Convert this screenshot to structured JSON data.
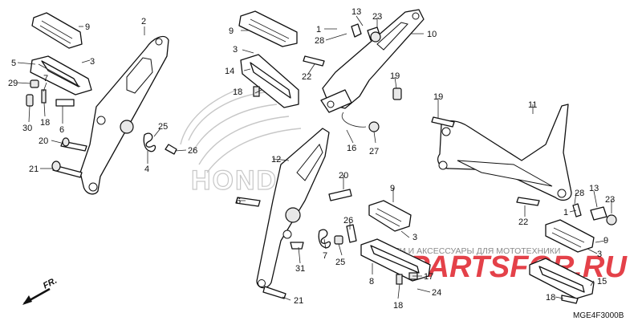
{
  "diagram_code": "MGE4F3000B",
  "direction_label": "FR.",
  "watermark": {
    "line1": "PARTSFOR.RU",
    "line2": "ЗАПЧАСТИ И АКСЕССУАРЫ ДЛЯ МОТОТЕХНИКИ",
    "brand": "HONDA",
    "color_red": "#e0202a",
    "color_gray": "#9a9a9a"
  },
  "callouts": [
    {
      "id": "c9a",
      "text": "9"
    },
    {
      "id": "c2",
      "text": "2"
    },
    {
      "id": "c5",
      "text": "5"
    },
    {
      "id": "c3a",
      "text": "3"
    },
    {
      "id": "c29",
      "text": "29"
    },
    {
      "id": "c7a",
      "text": "7"
    },
    {
      "id": "c30",
      "text": "30"
    },
    {
      "id": "c18a",
      "text": "18"
    },
    {
      "id": "c6a",
      "text": "6"
    },
    {
      "id": "c20a",
      "text": "20"
    },
    {
      "id": "c25a",
      "text": "25"
    },
    {
      "id": "c4",
      "text": "4"
    },
    {
      "id": "c26a",
      "text": "26"
    },
    {
      "id": "c21a",
      "text": "21"
    },
    {
      "id": "c9b",
      "text": "9"
    },
    {
      "id": "c3b",
      "text": "3"
    },
    {
      "id": "c14",
      "text": "14"
    },
    {
      "id": "c18b",
      "text": "18"
    },
    {
      "id": "c1a",
      "text": "1"
    },
    {
      "id": "c13a",
      "text": "13"
    },
    {
      "id": "c23a",
      "text": "23"
    },
    {
      "id": "c28a",
      "text": "28"
    },
    {
      "id": "c10",
      "text": "10"
    },
    {
      "id": "c22a",
      "text": "22"
    },
    {
      "id": "c19a",
      "text": "19"
    },
    {
      "id": "c16",
      "text": "16"
    },
    {
      "id": "c27",
      "text": "27"
    },
    {
      "id": "c12",
      "text": "12"
    },
    {
      "id": "c20b",
      "text": "20"
    },
    {
      "id": "c6b",
      "text": "6"
    },
    {
      "id": "c9c",
      "text": "9"
    },
    {
      "id": "c3c",
      "text": "3"
    },
    {
      "id": "c26b",
      "text": "26"
    },
    {
      "id": "c7b",
      "text": "7"
    },
    {
      "id": "c25b",
      "text": "25"
    },
    {
      "id": "c31",
      "text": "31"
    },
    {
      "id": "c8",
      "text": "8"
    },
    {
      "id": "c17",
      "text": "17"
    },
    {
      "id": "c18c",
      "text": "18"
    },
    {
      "id": "c24",
      "text": "24"
    },
    {
      "id": "c21b",
      "text": "21"
    },
    {
      "id": "c19b",
      "text": "19"
    },
    {
      "id": "c11",
      "text": "11"
    },
    {
      "id": "c28b",
      "text": "28"
    },
    {
      "id": "c13b",
      "text": "13"
    },
    {
      "id": "c23b",
      "text": "23"
    },
    {
      "id": "c22b",
      "text": "22"
    },
    {
      "id": "c1b",
      "text": "1"
    },
    {
      "id": "c9d",
      "text": "9"
    },
    {
      "id": "c3d",
      "text": "3"
    },
    {
      "id": "c15",
      "text": "15"
    },
    {
      "id": "c18d",
      "text": "18"
    }
  ]
}
